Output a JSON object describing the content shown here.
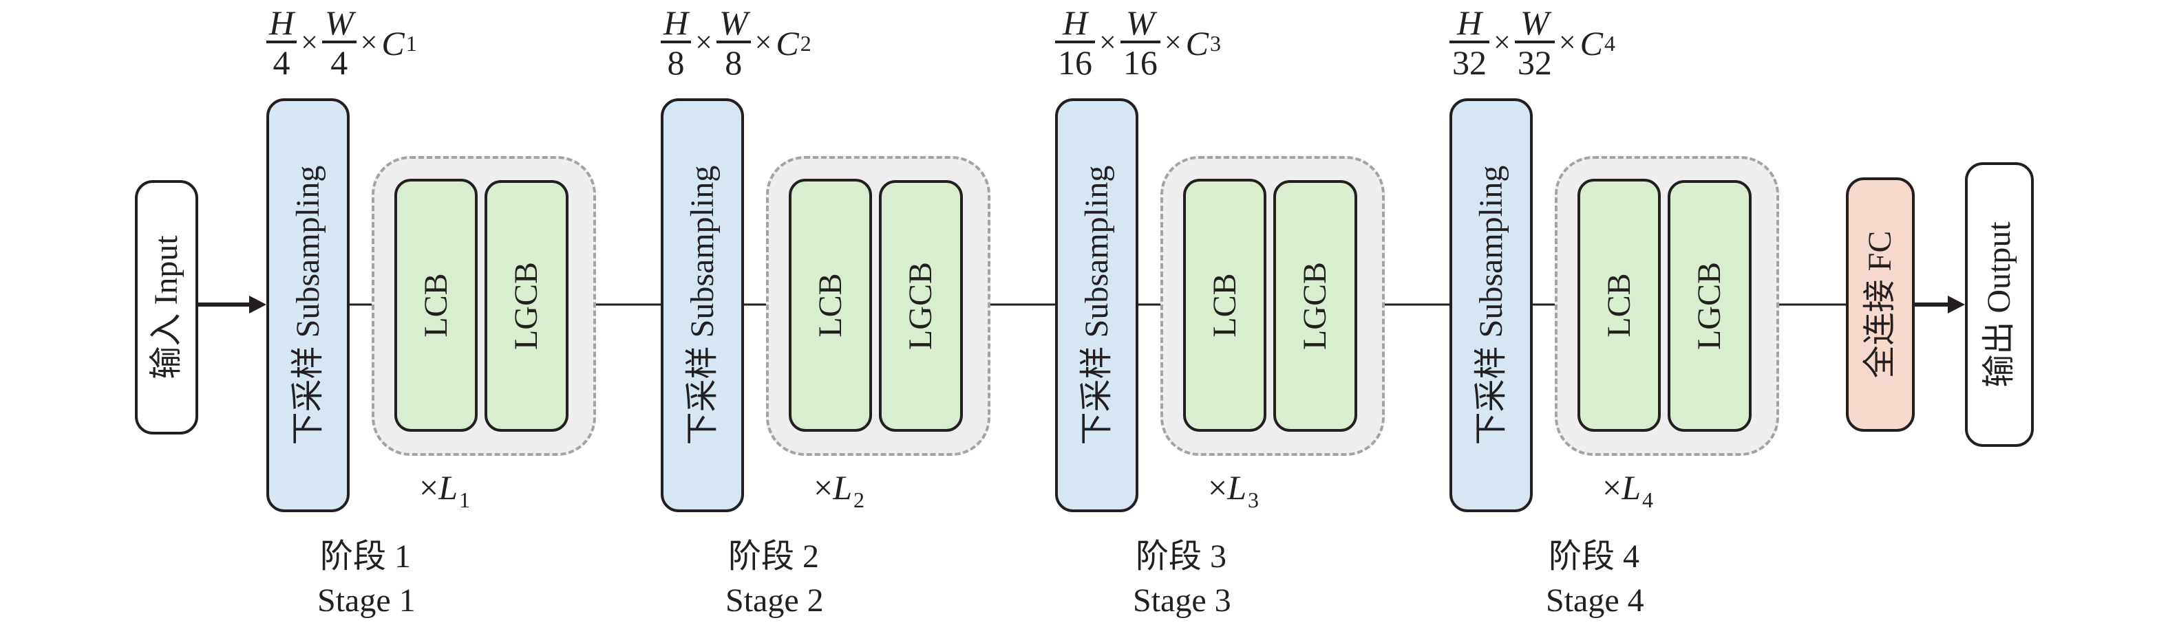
{
  "figure": {
    "input_label": "输入 Input",
    "output_label": "输出 Output",
    "fc_label": "全连接 FC",
    "times_symbol": "×",
    "stages": [
      {
        "subsampling_label": "下采样 Subsampling",
        "blocks": [
          "LCB",
          "LGCB"
        ],
        "repeat": {
          "var": "L",
          "sub": "1"
        },
        "shape": {
          "h_num": "H",
          "h_den": "4",
          "w_num": "W",
          "w_den": "4",
          "c_var": "C",
          "c_sub": "1"
        },
        "label_cn": "阶段 1",
        "label_en": "Stage 1"
      },
      {
        "subsampling_label": "下采样 Subsampling",
        "blocks": [
          "LCB",
          "LGCB"
        ],
        "repeat": {
          "var": "L",
          "sub": "2"
        },
        "shape": {
          "h_num": "H",
          "h_den": "8",
          "w_num": "W",
          "w_den": "8",
          "c_var": "C",
          "c_sub": "2"
        },
        "label_cn": "阶段 2",
        "label_en": "Stage 2"
      },
      {
        "subsampling_label": "下采样 Subsampling",
        "blocks": [
          "LCB",
          "LGCB"
        ],
        "repeat": {
          "var": "L",
          "sub": "3"
        },
        "shape": {
          "h_num": "H",
          "h_den": "16",
          "w_num": "W",
          "w_den": "16",
          "c_var": "C",
          "c_sub": "3"
        },
        "label_cn": "阶段 3",
        "label_en": "Stage 3"
      },
      {
        "subsampling_label": "下采样 Subsampling",
        "blocks": [
          "LCB",
          "LGCB"
        ],
        "repeat": {
          "var": "L",
          "sub": "4"
        },
        "shape": {
          "h_num": "H",
          "h_den": "32",
          "w_num": "W",
          "w_den": "32",
          "c_var": "C",
          "c_sub": "4"
        },
        "label_cn": "阶段 4",
        "label_en": "Stage 4"
      }
    ],
    "colors": {
      "subsampling": "#d6e6f3",
      "block": "#d9edcf",
      "fc": "#f6d9cc",
      "group_bg": "#eeeeee",
      "group_border": "#a3a3a3",
      "stroke": "#231f20"
    }
  }
}
